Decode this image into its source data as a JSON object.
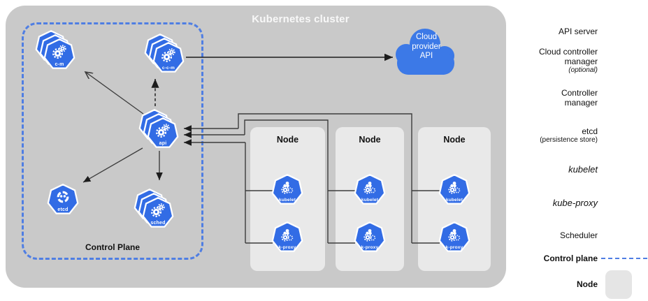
{
  "diagram": {
    "title": "Kubernetes cluster",
    "control_plane_label": "Control Plane",
    "cloud": {
      "line1": "Cloud",
      "line2": "provider",
      "line3": "API"
    },
    "components": {
      "cm": "c-m",
      "ccm": "c-c-m",
      "api": "api",
      "etcd": "etcd",
      "sched": "sched",
      "kubelet": "kubelet",
      "kproxy": "k-proxy"
    },
    "nodes": [
      {
        "label": "Node"
      },
      {
        "label": "Node"
      },
      {
        "label": "Node"
      }
    ]
  },
  "legend": {
    "api_server": "API server",
    "ccm_line1": "Cloud controller",
    "ccm_line2": "manager",
    "ccm_line3": "(optional)",
    "cm_line1": "Controller",
    "cm_line2": "manager",
    "etcd_line1": "etcd",
    "etcd_line2": "(persistence store)",
    "kubelet": "kubelet",
    "kube_proxy": "kube-proxy",
    "scheduler": "Scheduler",
    "control_plane": "Control plane",
    "node": "Node"
  },
  "colors": {
    "kubernetes_blue": "#326CE5",
    "cloud_blue": "#3C79E7",
    "dashed_border_blue": "#4F7EE3",
    "cluster_background": "#C9C9C9",
    "node_background": "#E9E9E9",
    "legend_node_swatch": "#E5E5E5",
    "wire_line": "#3D3D3D"
  }
}
